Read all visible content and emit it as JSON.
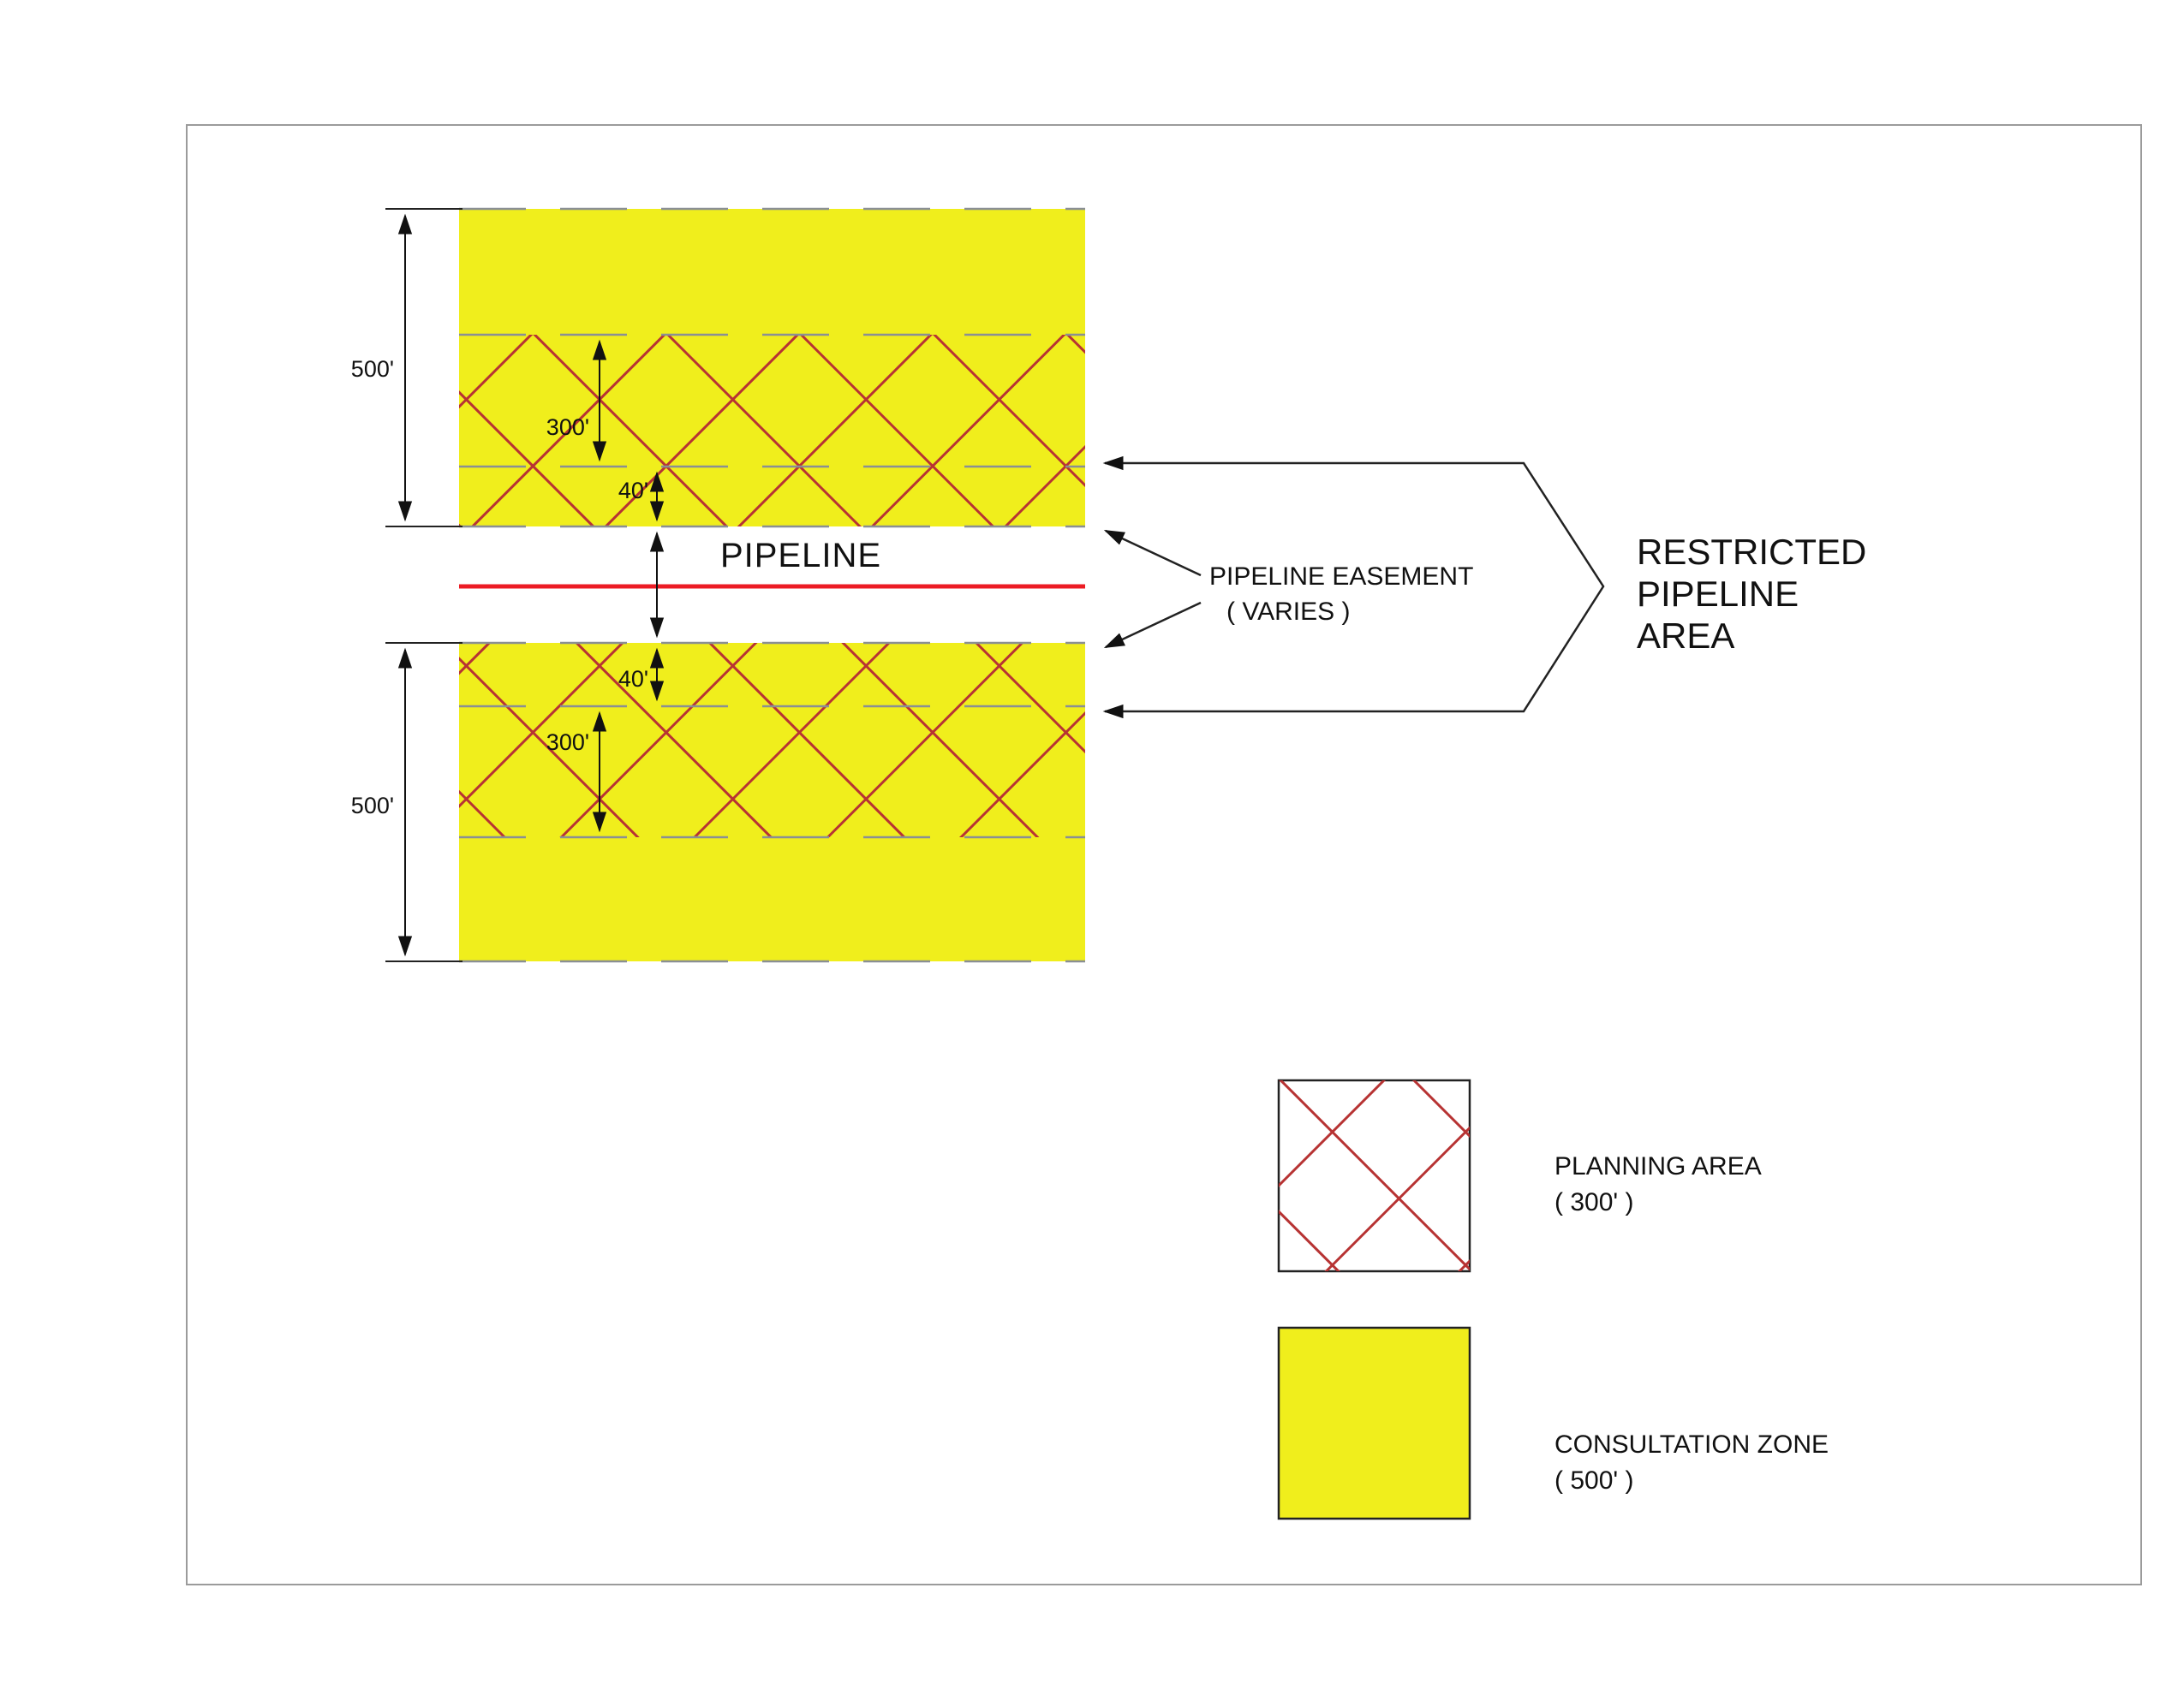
{
  "diagram": {
    "labels": {
      "pipeline": "PIPELINE",
      "easement_line1": "PIPELINE EASEMENT",
      "easement_line2": "( VARIES )",
      "restricted_line1": "RESTRICTED",
      "restricted_line2": "PIPELINE",
      "restricted_line3": "AREA"
    },
    "dimensions": {
      "consultation_top": "500'",
      "planning_top": "300'",
      "offset_top": "40'",
      "offset_bottom": "40'",
      "planning_bottom": "300'",
      "consultation_bottom": "500'"
    },
    "colors": {
      "consultation_zone_yellow": "#f0ee1c",
      "planning_hatch_red": "#b73333",
      "pipeline_red": "#ec1c24"
    }
  },
  "legend": {
    "planning_area": {
      "label": "PLANNING AREA",
      "size": "( 300' )"
    },
    "consultation_zone": {
      "label": "CONSULTATION ZONE",
      "size": "( 500' )"
    }
  }
}
